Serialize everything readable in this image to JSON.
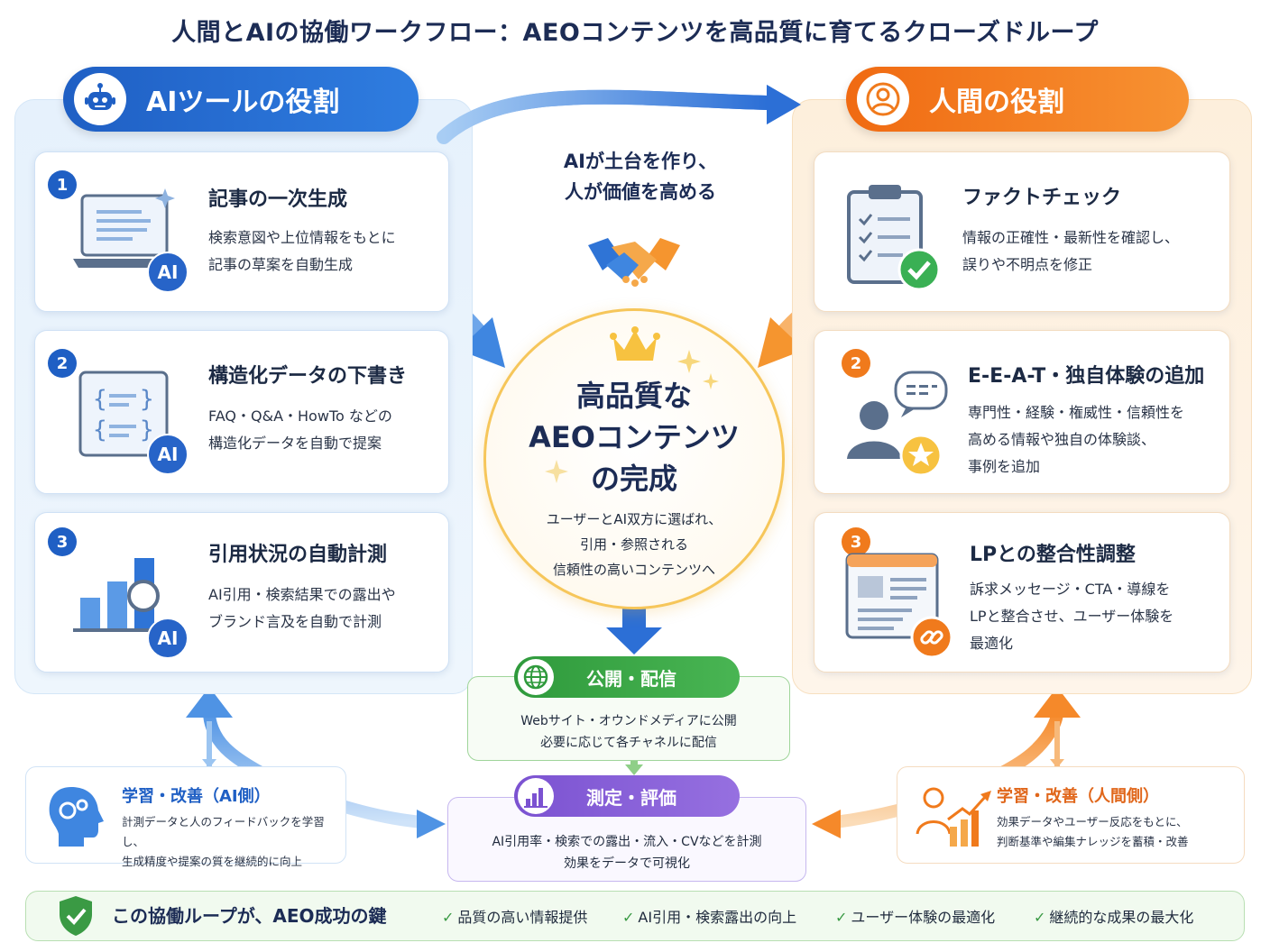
{
  "title": "人間とAIの協働ワークフロー：AEOコンテンツを高品質に育てるクローズドループ",
  "ai_column": {
    "header": "AIツールの役割",
    "badge_label": "AI",
    "cards": [
      {
        "num": "1",
        "title": "記事の一次生成",
        "desc": "検索意図や上位情報をもとに\n記事の草案を自動生成"
      },
      {
        "num": "2",
        "title": "構造化データの下書き",
        "desc": "FAQ・Q&A・HowTo などの\n構造化データを自動で提案"
      },
      {
        "num": "3",
        "title": "引用状況の自動計測",
        "desc": "AI引用・検索結果での露出や\nブランド言及を自動で計測"
      }
    ]
  },
  "human_column": {
    "header": "人間の役割",
    "cards": [
      {
        "num": "",
        "title": "ファクトチェック",
        "desc": "情報の正確性・最新性を確認し、\n誤りや不明点を修正"
      },
      {
        "num": "2",
        "title": "E-E-A-T・独自体験の追加",
        "desc": "専門性・経験・権威性・信頼性を\n高める情報や独自の体験談、\n事例を追加"
      },
      {
        "num": "3",
        "title": "LPとの整合性調整",
        "desc": "訴求メッセージ・CTA・導線を\nLPと整合させ、ユーザー体験を\n最適化"
      }
    ]
  },
  "center": {
    "tagline": "AIが土台を作り、\n人が価値を高める",
    "title": "高品質な\nAEOコンテンツ\nの完成",
    "subtitle": "ユーザーとAI双方に選ばれ、\n引用・参照される\n信頼性の高いコンテンツへ"
  },
  "publish": {
    "label": "公開・配信",
    "desc": "Webサイト・オウンドメディアに公開\n必要に応じて各チャネルに配信"
  },
  "measure": {
    "label": "測定・評価",
    "desc": "AI引用率・検索での露出・流入・CVなどを計測\n効果をデータで可視化"
  },
  "learn_ai": {
    "title": "学習・改善（AI側）",
    "desc": "計測データと人のフィードバックを学習し、\n生成精度や提案の質を継続的に向上"
  },
  "learn_human": {
    "title": "学習・改善（人間側）",
    "desc": "効果データやユーザー反応をもとに、\n判断基準や編集ナレッジを蓄積・改善"
  },
  "footer": {
    "main": "この協働ループが、AEO成功の鍵",
    "check": "✓",
    "items": [
      "品質の高い情報提供",
      "AI引用・検索露出の向上",
      "ユーザー体験の最適化",
      "継続的な成果の最大化"
    ]
  },
  "colors": {
    "ai_blue": "#1f5fc4",
    "human_orange": "#f07a1c",
    "publish_green": "#3a9a44",
    "measure_purple": "#7b52d1",
    "center_gold": "#f6c65a"
  }
}
